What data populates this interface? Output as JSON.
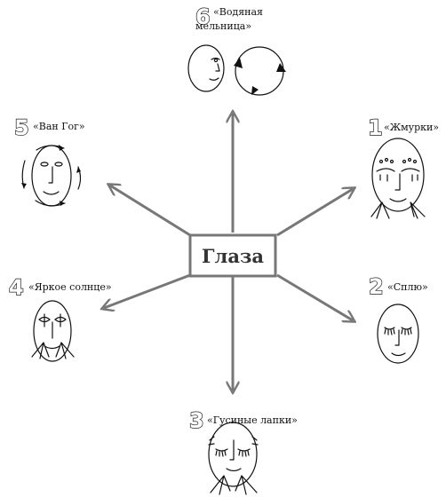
{
  "center": {
    "label": "Глаза"
  },
  "exercises": [
    {
      "number": "1",
      "label": "«Жмурки»"
    },
    {
      "number": "2",
      "label": "«Сплю»"
    },
    {
      "number": "3",
      "label": "«Гусиные лапки»"
    },
    {
      "number": "4",
      "label": "«Яркое солнце»"
    },
    {
      "number": "5",
      "label": "«Ван Гог»"
    },
    {
      "number": "6",
      "label_lines": [
        "«Водяная",
        "мельница»"
      ]
    }
  ],
  "colors": {
    "arrow": "#777777",
    "ink": "#111111",
    "number_outline": "#222222"
  }
}
